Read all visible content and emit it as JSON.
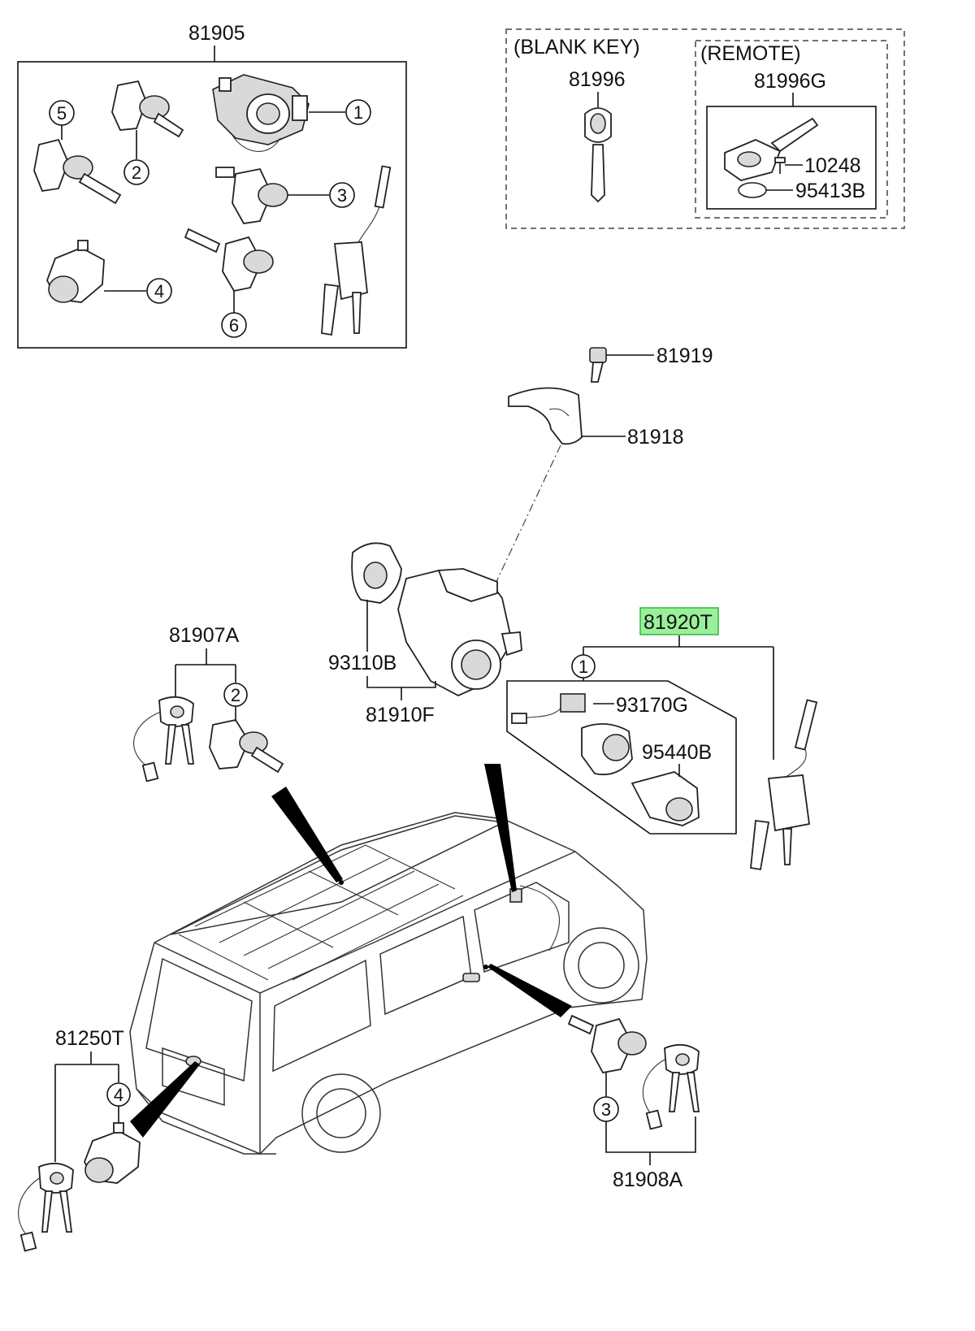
{
  "labels": {
    "set_81905": "81905",
    "blank_key_group": "(BLANK KEY)",
    "blank_key_part": "81996",
    "remote_group": "(REMOTE)",
    "remote_part": "81996G",
    "screw_10248": "10248",
    "battery_95413b": "95413B",
    "bolt_81919": "81919",
    "bracket_81918": "81918",
    "highlighted_81920t": "81920T",
    "set_81907a": "81907A",
    "lock_93110b": "93110B",
    "housing_81910f": "81910F",
    "coil_93170g": "93170G",
    "ring_95440b": "95440B",
    "set_81250t": "81250T",
    "set_81908a": "81908A"
  },
  "callouts": {
    "c1": "1",
    "c2": "2",
    "c3": "3",
    "c4": "4",
    "c5": "5",
    "c6": "6"
  },
  "colors": {
    "highlight_fill": "#9af09a",
    "highlight_stroke": "#2fae2f",
    "line": "#111111"
  }
}
